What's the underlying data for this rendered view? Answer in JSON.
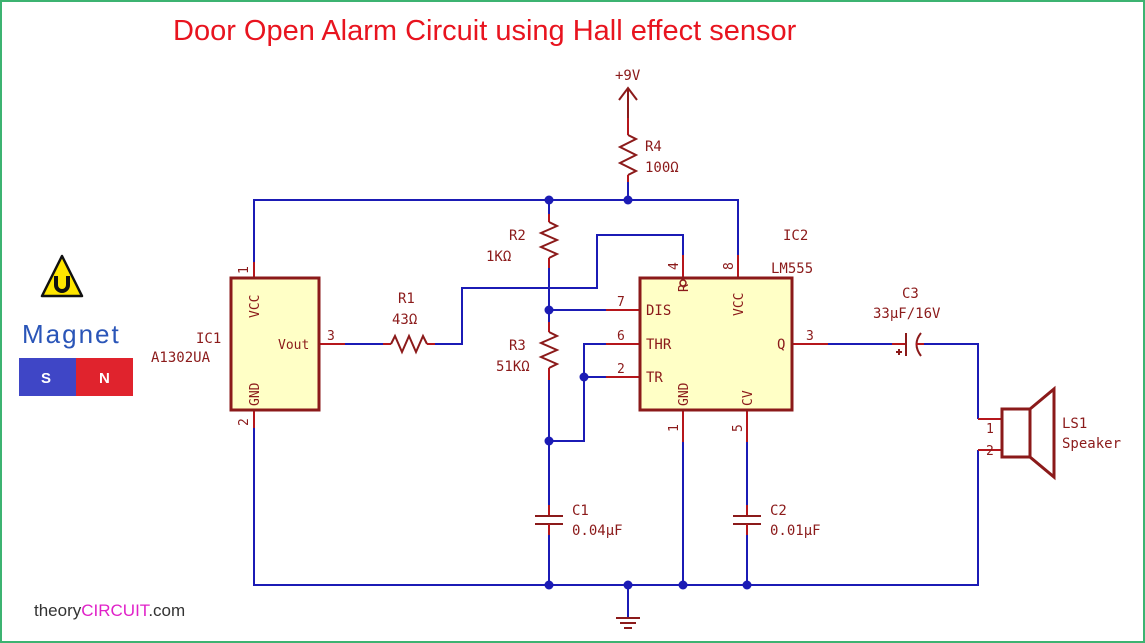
{
  "title": "Door Open Alarm Circuit using Hall effect sensor",
  "brand": {
    "prefix": "theory",
    "highlight": "CIRCUIT",
    "suffix": ".com"
  },
  "magnet": {
    "label": "Magnet",
    "south": "S",
    "north": "N",
    "south_color": "#3f46c6",
    "north_color": "#e0232d"
  },
  "supply": {
    "label": "+9V"
  },
  "components": {
    "r4": {
      "ref": "R4",
      "value": "100Ω"
    },
    "r2": {
      "ref": "R2",
      "value": "1KΩ"
    },
    "r1": {
      "ref": "R1",
      "value": "43Ω"
    },
    "r3": {
      "ref": "R3",
      "value": "51KΩ"
    },
    "c1": {
      "ref": "C1",
      "value": "0.04µF"
    },
    "c2": {
      "ref": "C2",
      "value": "0.01µF"
    },
    "c3": {
      "ref": "C3",
      "value": "33µF/16V"
    },
    "ic1": {
      "ref": "IC1",
      "part": "A1302UA",
      "pins": {
        "vcc": "VCC",
        "gnd": "GND",
        "vout": "Vout"
      },
      "pin_numbers": {
        "vcc": "1",
        "gnd": "2",
        "vout": "3"
      }
    },
    "ic2": {
      "ref": "IC2",
      "part": "LM555",
      "pins": {
        "dis": "DIS",
        "thr": "THR",
        "tr": "TR",
        "q": "Q",
        "gnd": "GND",
        "cv": "CV",
        "r": "R",
        "vcc": "VCC"
      },
      "pin_numbers": {
        "dis": "7",
        "thr": "6",
        "tr": "2",
        "q": "3",
        "gnd": "1",
        "cv": "5",
        "r": "4",
        "vcc": "8"
      }
    },
    "ls1": {
      "ref": "LS1",
      "part": "Speaker",
      "pin_numbers": {
        "p1": "1",
        "p2": "2"
      }
    }
  }
}
